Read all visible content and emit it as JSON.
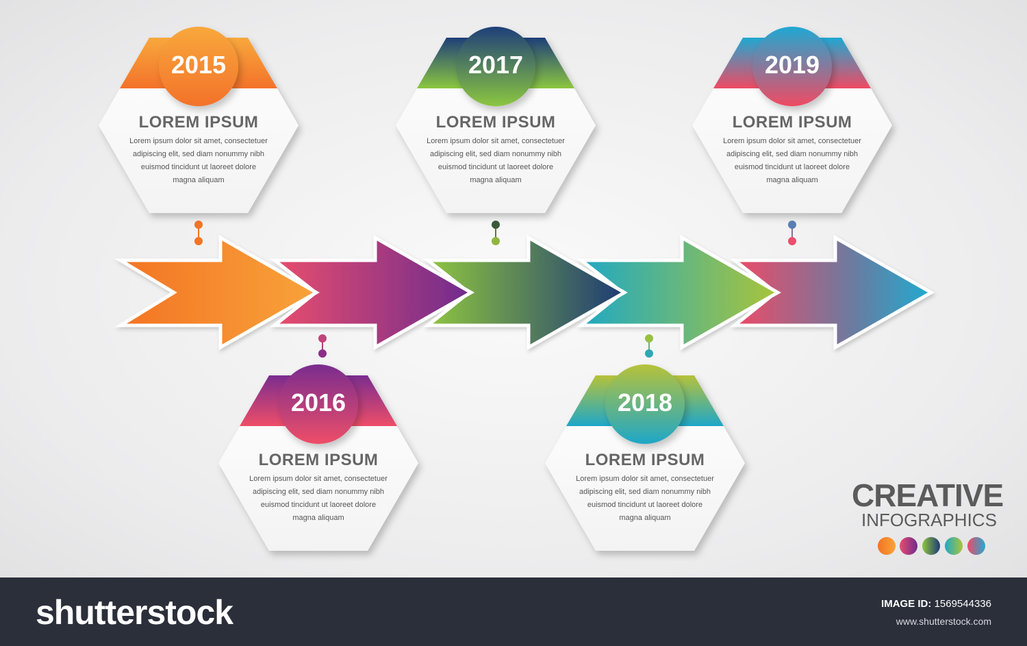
{
  "milestones": [
    {
      "year": "2015",
      "title": "LOREM IPSUM",
      "body": [
        "Lorem ipsum dolor sit amet, consectetuer",
        "adipiscing elit, sed diam nonummy nibh",
        "euismod tincidunt ut laoreet dolore",
        "magna aliquam"
      ]
    },
    {
      "year": "2016",
      "title": "LOREM IPSUM",
      "body": [
        "Lorem ipsum dolor sit amet, consectetuer",
        "adipiscing elit, sed diam nonummy nibh",
        "euismod tincidunt ut laoreet dolore",
        "magna aliquam"
      ]
    },
    {
      "year": "2017",
      "title": "LOREM IPSUM",
      "body": [
        "Lorem ipsum dolor sit amet, consectetuer",
        "adipiscing elit, sed diam nonummy nibh",
        "euismod tincidunt ut laoreet dolore",
        "magna aliquam"
      ]
    },
    {
      "year": "2018",
      "title": "LOREM IPSUM",
      "body": [
        "Lorem ipsum dolor sit amet, consectetuer",
        "adipiscing elit, sed diam nonummy nibh",
        "euismod tincidunt ut laoreet dolore",
        "magna aliquam"
      ]
    },
    {
      "year": "2019",
      "title": "LOREM IPSUM",
      "body": [
        "Lorem ipsum dolor sit amet, consectetuer",
        "adipiscing elit, sed diam nonummy nibh",
        "euismod tincidunt ut laoreet dolore",
        "magna aliquam"
      ]
    }
  ],
  "palette": {
    "orange": [
      "#f58b3c",
      "#f27a28"
    ],
    "magenta": [
      "#e3486f",
      "#7b2a8c"
    ],
    "green": [
      "#8bc53f",
      "#1f3f78"
    ],
    "teal": [
      "#27aabf",
      "#9bc53d"
    ],
    "pink-blue": [
      "#ea4d6a",
      "#27a6d0"
    ]
  },
  "logo": {
    "line1": "CREATIVE",
    "line2": "INFOGRAPHICS"
  },
  "footer": {
    "brand": "shutterstock",
    "image_id_label": "IMAGE ID:",
    "image_id": "1569544336",
    "url": "www.shutterstock.com"
  }
}
